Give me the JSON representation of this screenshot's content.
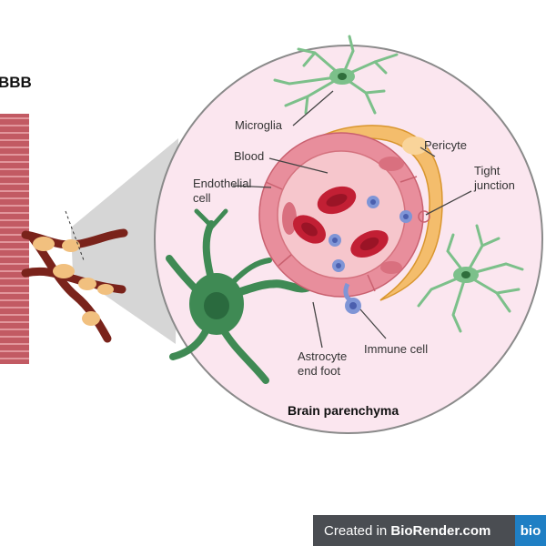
{
  "title": "BBB",
  "labels": {
    "microglia": "Microglia",
    "blood": "Blood",
    "pericyte": "Pericyte",
    "endothelial_1": "Endothelial",
    "endothelial_2": "cell",
    "tight_1": "Tight",
    "tight_2": "junction",
    "astrocyte_1": "Astrocyte",
    "astrocyte_2": "end foot",
    "immune": "Immune cell",
    "parenchyma": "Brain parenchyma"
  },
  "badge": {
    "prefix": "Created in ",
    "brand": "BioRender.com",
    "logo": "bio"
  },
  "colors": {
    "zoom_circle": "#fbe6ef",
    "vessel_wall": "#e88e9c",
    "blood_lumen": "#f6c6cc",
    "pericyte": "#f4bd6c",
    "astrocyte": "#3f8a54",
    "microglia": "#7cc08a",
    "rbc": "#c21f34",
    "immune": "#7f95d6",
    "vessel_dark": "#8c2a1e"
  }
}
